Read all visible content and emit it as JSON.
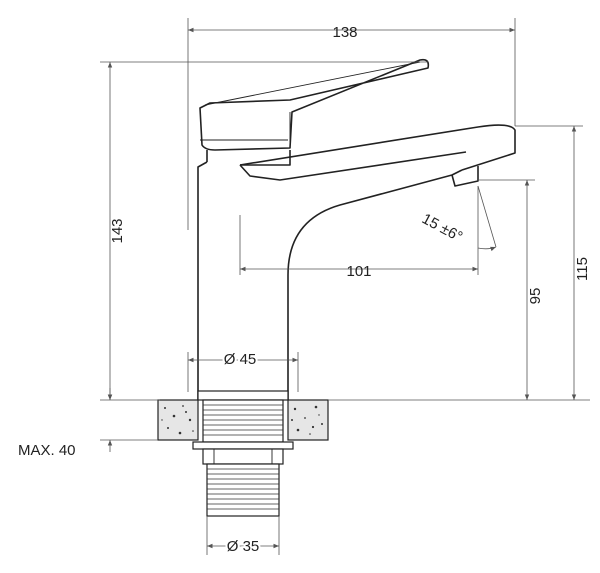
{
  "colors": {
    "line": "#222222",
    "dimension": "#555555",
    "background": "#ffffff",
    "countertop": "#e6e6e6"
  },
  "dimensions": {
    "overall_width": "138",
    "overall_height": "143",
    "spout_reach": "101",
    "spout_angle": "15 ±6°",
    "outlet_height_to_base": "95",
    "spout_top_height": "115",
    "body_diameter": "Ø 45",
    "thread_diameter": "Ø 35",
    "max_countertop": "MAX. 40"
  }
}
